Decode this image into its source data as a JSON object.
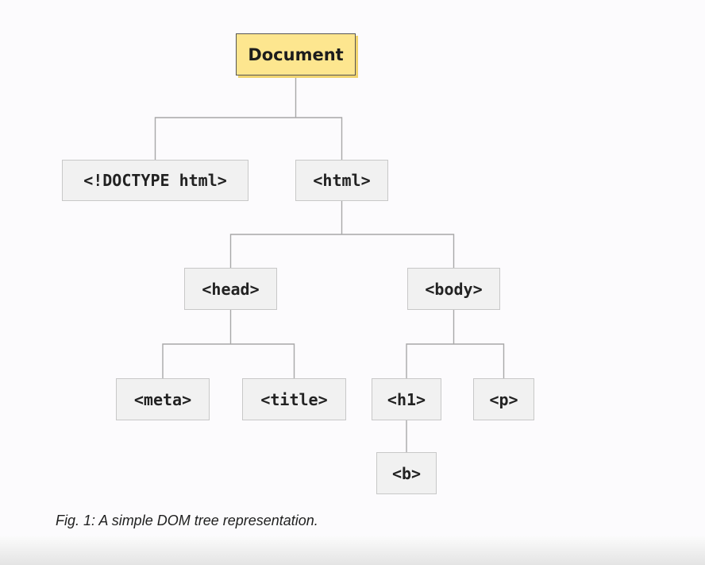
{
  "diagram": {
    "nodes": [
      {
        "id": "document",
        "label": "Document",
        "parent": null
      },
      {
        "id": "doctype",
        "label": "<!DOCTYPE html>",
        "parent": "document"
      },
      {
        "id": "html",
        "label": "<html>",
        "parent": "document"
      },
      {
        "id": "head",
        "label": "<head>",
        "parent": "html"
      },
      {
        "id": "body",
        "label": "<body>",
        "parent": "html"
      },
      {
        "id": "meta",
        "label": "<meta>",
        "parent": "head"
      },
      {
        "id": "title",
        "label": "<title>",
        "parent": "head"
      },
      {
        "id": "h1",
        "label": "<h1>",
        "parent": "body"
      },
      {
        "id": "p",
        "label": "<p>",
        "parent": "body"
      },
      {
        "id": "b",
        "label": "<b>",
        "parent": "h1"
      }
    ],
    "colors": {
      "root_fill": "#fde68f",
      "node_fill": "#f1f1f1",
      "connector": "#a8a8a8"
    }
  },
  "caption": "Fig. 1: A simple DOM tree representation."
}
